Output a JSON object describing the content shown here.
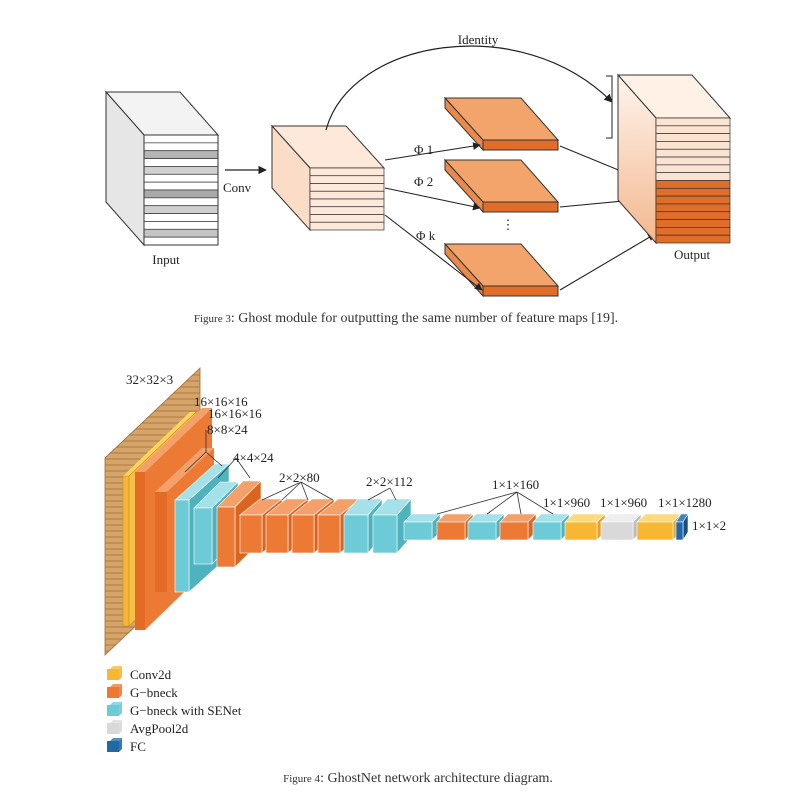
{
  "figure3": {
    "caption_label": "Figure 3",
    "caption_text": ": Ghost module for outputting the same number of feature maps [19].",
    "labels": {
      "input": "Input",
      "conv": "Conv",
      "identity": "Identity",
      "output": "Output",
      "phi1": "Φ 1",
      "phi2": "Φ 2",
      "phik": "Φ k",
      "ellipsis": "⋮"
    }
  },
  "figure4": {
    "caption_label": "Figure 4",
    "caption_text": ": GhostNet network architecture diagram.",
    "dims": {
      "d1": "32×32×3",
      "d2": "16×16×16",
      "d3": "16×16×16",
      "d4": "8×8×24",
      "d5": "4×4×24",
      "d6": "2×2×80",
      "d7": "2×2×112",
      "d8": "1×1×160",
      "d9": "1×1×960",
      "d10": "1×1×960",
      "d11": "1×1×1280",
      "d12": "1×1×2"
    },
    "legend": [
      {
        "label": "Conv2d",
        "color": "#f7b733"
      },
      {
        "label": "G−bneck",
        "color": "#ec7a35"
      },
      {
        "label": "G−bneck with SENet",
        "color": "#6ccbd6"
      },
      {
        "label": "AvgPool2d",
        "color": "#d9d9d9"
      },
      {
        "label": "FC",
        "color": "#1f6aa5"
      }
    ]
  },
  "colors": {
    "orange": "#ec7a35",
    "orange_light": "#fbe3d2",
    "yellow": "#f7b733",
    "cyan": "#6ccbd6",
    "gray": "#d9d9d9",
    "blue": "#1f6aa5",
    "input_hatch": "#c99558"
  }
}
